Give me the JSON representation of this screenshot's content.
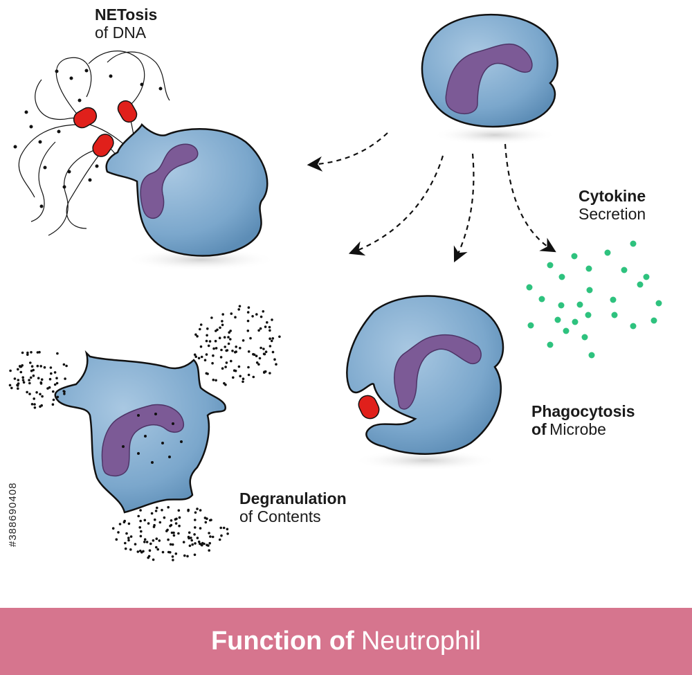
{
  "labels": {
    "netosis": {
      "bold": "NETosis",
      "light": "of DNA"
    },
    "cytokine": {
      "bold": "Cytokine",
      "light": "Secretion"
    },
    "phagocytosis": {
      "bold": "Phagocytosis",
      "bold2": "of",
      "light": "Microbe"
    },
    "degranulation": {
      "bold": "Degranulation",
      "light": "of Contents"
    }
  },
  "banner": {
    "bold": "Function of",
    "light": "Neutrophil"
  },
  "stock_id": "#388690408",
  "colors": {
    "cell_body": "#7ba7cc",
    "cell_highlight": "#a9c8e2",
    "nucleus": "#7c5a96",
    "microbe": "#e0201b",
    "cytokine_dot": "#2ec27e",
    "banner": "#d6758e"
  }
}
